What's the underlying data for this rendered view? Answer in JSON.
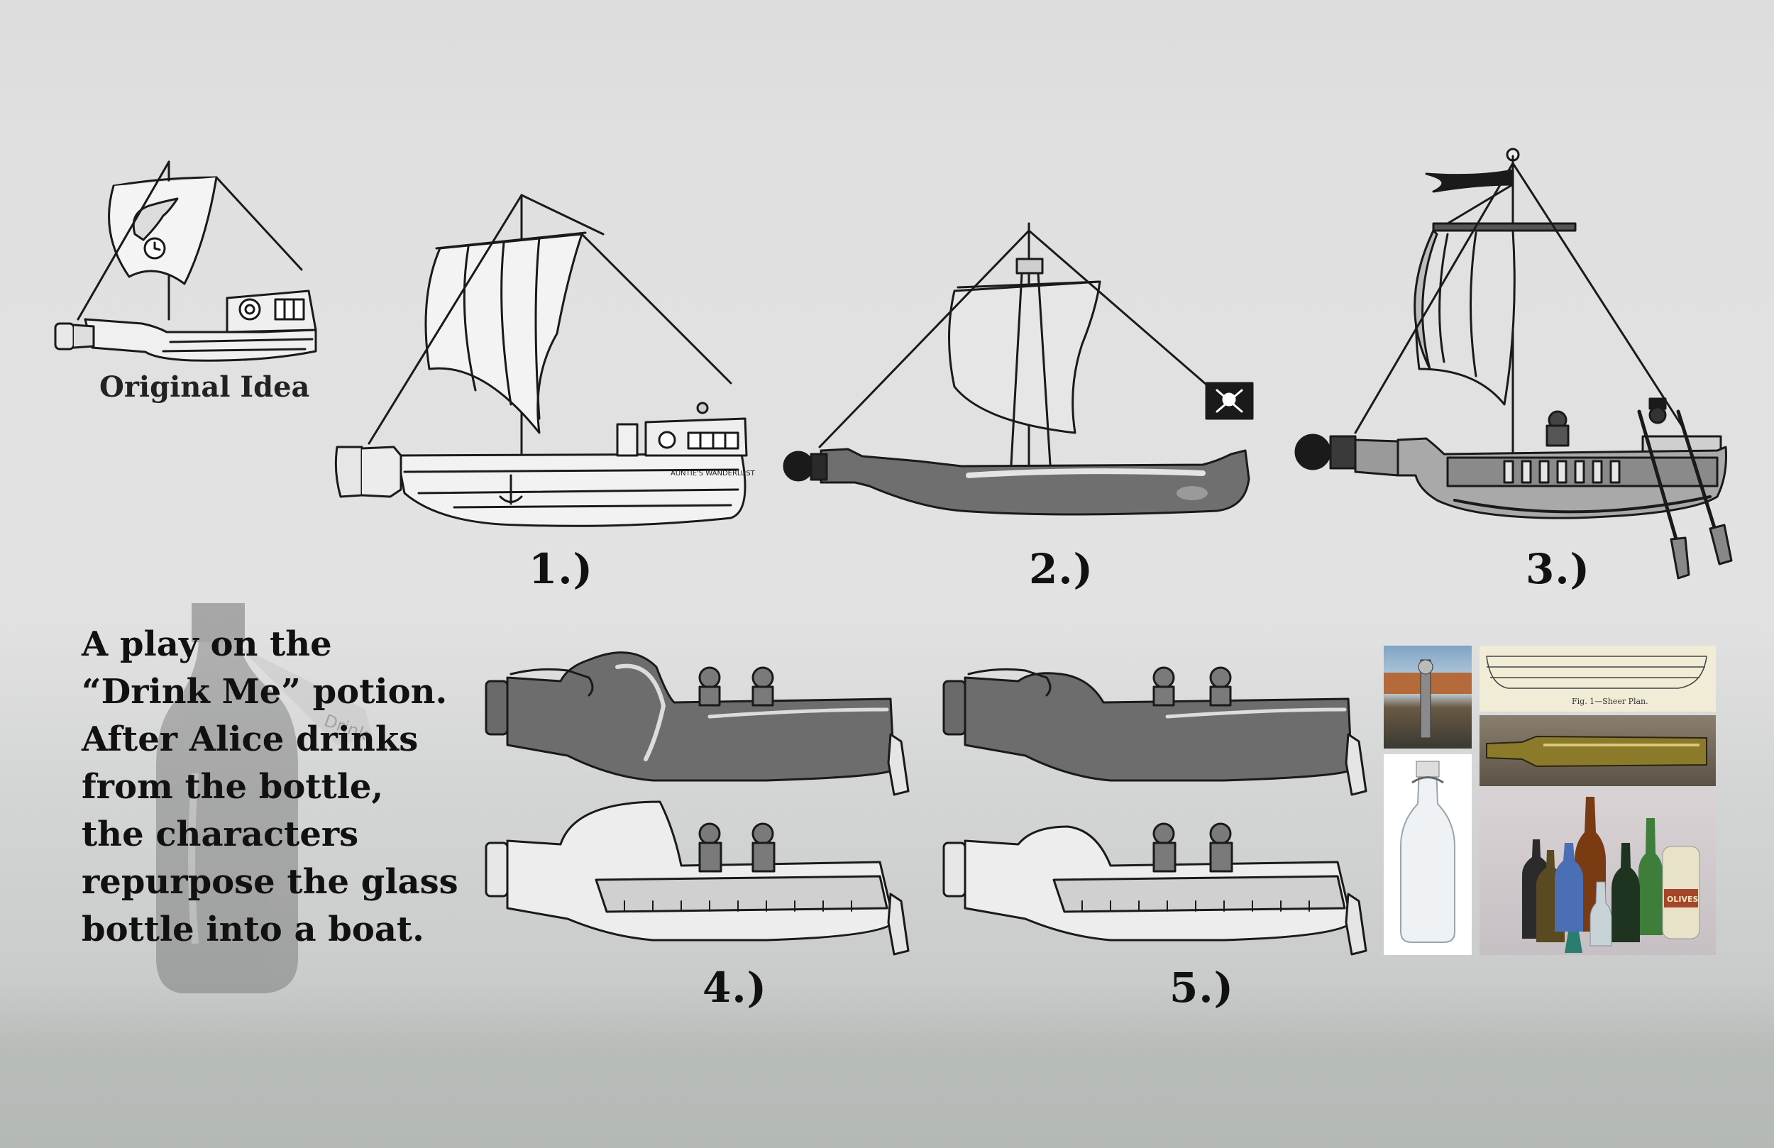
{
  "labels": {
    "original": "Original Idea",
    "v1": "1.)",
    "v2": "2.)",
    "v3": "3.)",
    "v4": "4.)",
    "v5": "5.)"
  },
  "description_lines": [
    "A play on the",
    "“Drink Me” potion.",
    "After Alice drinks",
    "from the bottle,",
    "the characters",
    "repurpose the glass",
    "bottle into a boat."
  ],
  "drawing_text": {
    "ship1_nameplate": "AUNTIE'S WANDERLUST",
    "reference_caption": "Fig. 1—Sheer Plan.",
    "ghost_bottle_tag": "Drink",
    "jar_label": "OLIVES"
  },
  "colors": {
    "ink": "#1a1a1a",
    "bottle_gray": "#6f6f6f",
    "glass_blue": "#4a6fb5",
    "glass_amber": "#7a3a12",
    "glass_green": "#3f7d3a"
  }
}
